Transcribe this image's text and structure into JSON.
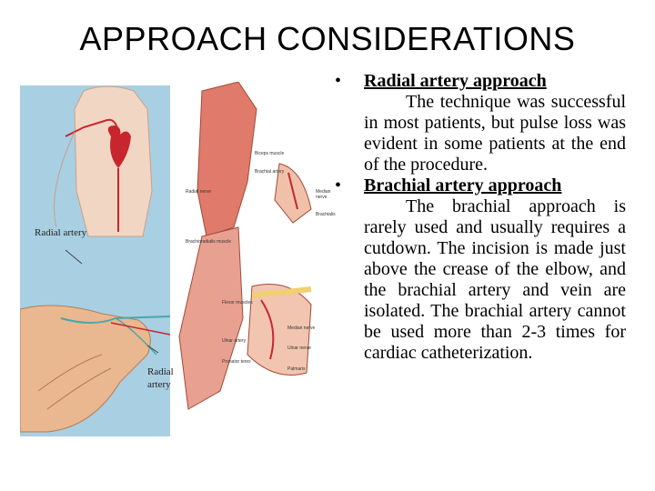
{
  "title": "APPROACH CONSIDERATIONS",
  "figure": {
    "label_radial_artery_1": "Radial artery",
    "label_radial_artery_2a": "Radial",
    "label_radial_artery_2b": "artery",
    "small_labels": [
      "Biceps muscle",
      "Brachial artery",
      "Median nerve",
      "Brachialis",
      "Radial nerve",
      "Brachioradialis muscle",
      "Flexor muscles",
      "Ulnar artery",
      "Pronator teres",
      "Median nerve",
      "Ulnar nerve",
      "Palmaris"
    ]
  },
  "bullets": [
    {
      "heading": "Radial artery approach",
      "text": "The technique was successful in most patients, but pulse loss was evident in some patients at the end of the procedure."
    },
    {
      "heading": "Brachial artery approach",
      "text": "The brachial approach is rarely used and usually requires a cutdown. The incision is made just above the crease of the elbow, and the brachial artery and vein are isolated. The brachial artery cannot be used more than 2-3 times for cardiac catheterization."
    }
  ]
}
